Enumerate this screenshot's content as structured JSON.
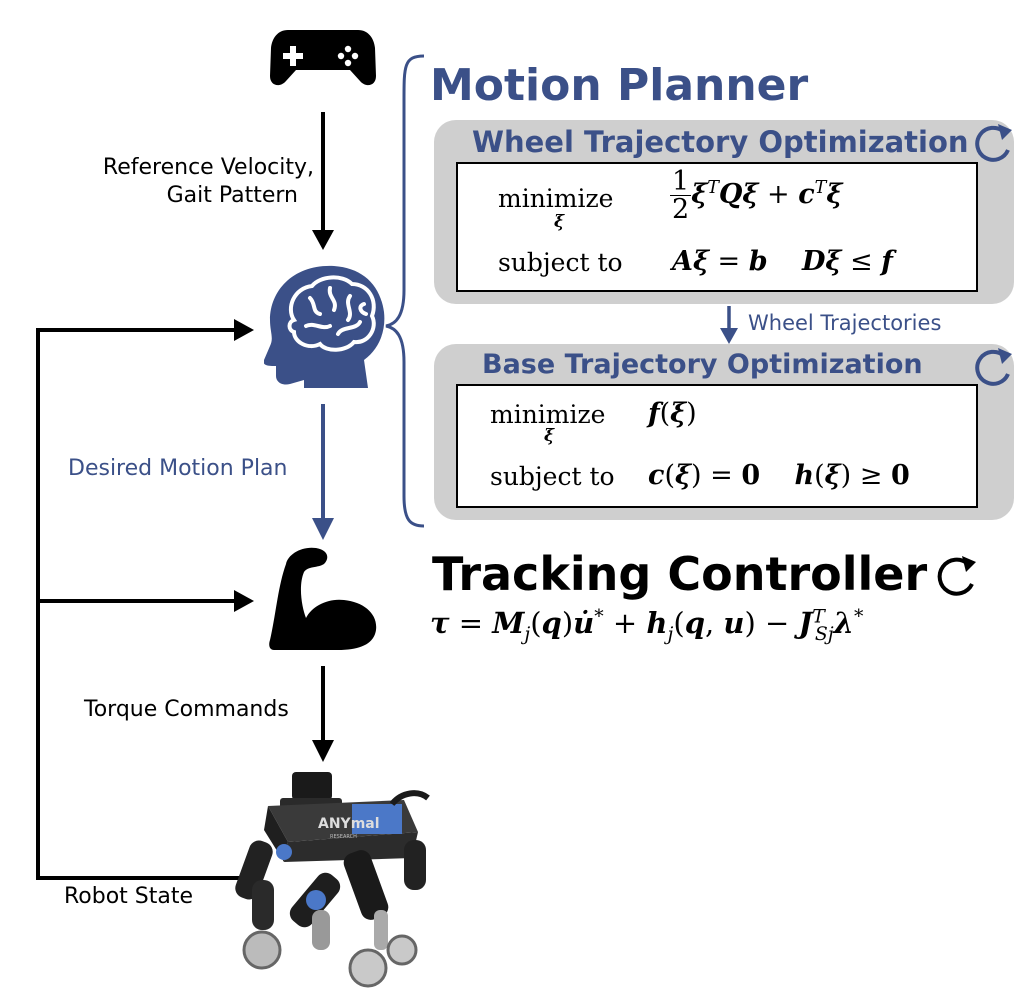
{
  "labels": {
    "reference": [
      "Reference Velocity,",
      "Gait Pattern"
    ],
    "desired_motion_plan": "Desired Motion Plan",
    "torque_commands": "Torque Commands",
    "robot_state": "Robot State",
    "wheel_trajectories": "Wheel Trajectories"
  },
  "motion_planner": {
    "title": "Motion Planner",
    "wheel": {
      "title": "Wheel Trajectory Optimization",
      "minimize": "minimize",
      "subject_to": "subject to"
    },
    "base": {
      "title": "Base Trajectory Optimization",
      "minimize": "minimize",
      "subject_to": "subject to"
    }
  },
  "tracking_controller": {
    "title": "Tracking Controller"
  },
  "robot": {
    "brand": "ANYmal",
    "sub": "RESEARCH"
  },
  "icons": [
    "gamepad-icon",
    "brain-head-icon",
    "flexed-arm-icon",
    "loop-arrow-icon",
    "robot-image"
  ],
  "colors": {
    "accent": "#3b5088",
    "panel": "#cfcfcf",
    "black": "#000000"
  }
}
